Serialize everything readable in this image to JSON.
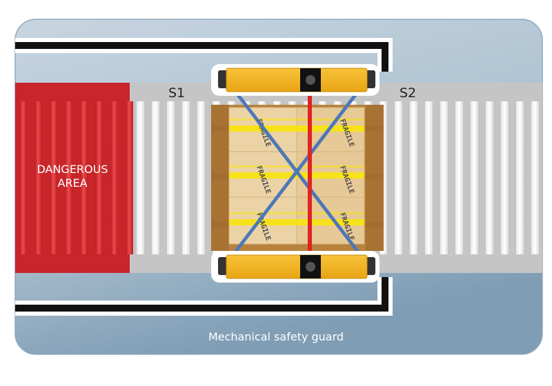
{
  "labels": {
    "danger_line1": "DANGEROUS",
    "danger_line2": "AREA",
    "sensor1": "S1",
    "sensor2": "S2",
    "guard": "Mechanical safety guard",
    "fragile": "FRAGILE"
  },
  "colors": {
    "panel_top": "#c4d3df",
    "panel_bottom": "#8ea8bd",
    "conveyor": "#c5c5c5",
    "roller": "#ffffff",
    "danger": "#c8262a",
    "sensor_body": "#f6b31b",
    "beam_cross": "#4d78b8",
    "beam_center": "#e02424",
    "box": "#ecd3a6",
    "pallet": "#b8823d",
    "tape": "#f7e21a"
  }
}
